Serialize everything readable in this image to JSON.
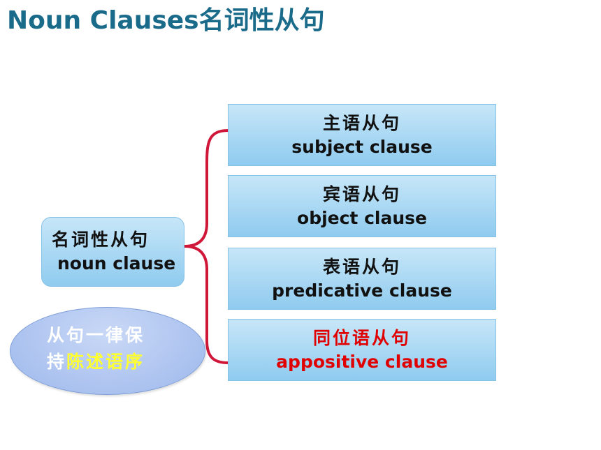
{
  "title": "Noun Clauses名词性从句",
  "root": {
    "cn": "名词性从句",
    "en": "noun clause"
  },
  "branches": [
    {
      "cn": "主语从句",
      "en": "subject clause"
    },
    {
      "cn": "宾语从句",
      "en": "object clause"
    },
    {
      "cn": "表语从句",
      "en": "predicative clause"
    },
    {
      "cn": "同位语从句",
      "en": "appositive clause"
    }
  ],
  "note": {
    "line1": "从句一律保",
    "line2_prefix": "持",
    "line2_highlight": "陈述语序"
  },
  "colors": {
    "title": "#1a6a8a",
    "brace": "#d0173a",
    "box_fill": "#a6d6f2",
    "highlight_text": "#e00000",
    "note_highlight": "#ffff33"
  }
}
